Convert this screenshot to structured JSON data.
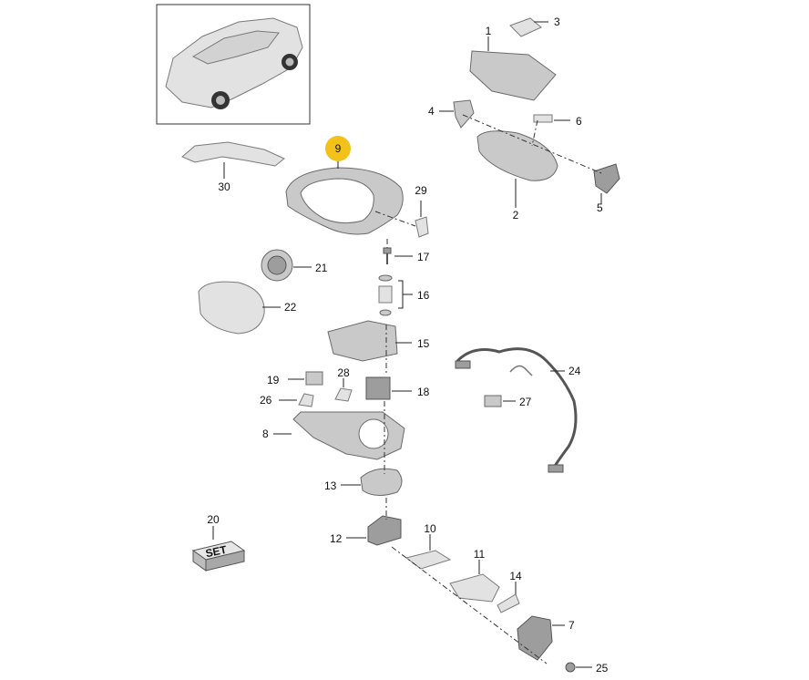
{
  "vehicle_thumbnail": {
    "icon": "suv-car-outline-icon"
  },
  "callouts": [
    {
      "id": "1",
      "text": "1"
    },
    {
      "id": "2",
      "text": "2"
    },
    {
      "id": "3",
      "text": "3"
    },
    {
      "id": "4",
      "text": "4"
    },
    {
      "id": "5",
      "text": "5"
    },
    {
      "id": "6",
      "text": "6"
    },
    {
      "id": "7",
      "text": "7"
    },
    {
      "id": "8",
      "text": "8"
    },
    {
      "id": "9",
      "text": "9",
      "highlight": "#f2c21b"
    },
    {
      "id": "10",
      "text": "10"
    },
    {
      "id": "11",
      "text": "11"
    },
    {
      "id": "12",
      "text": "12"
    },
    {
      "id": "13",
      "text": "13"
    },
    {
      "id": "14",
      "text": "14"
    },
    {
      "id": "15",
      "text": "15"
    },
    {
      "id": "16",
      "text": "16"
    },
    {
      "id": "17",
      "text": "17"
    },
    {
      "id": "18",
      "text": "18"
    },
    {
      "id": "19",
      "text": "19"
    },
    {
      "id": "20",
      "text": "20"
    },
    {
      "id": "21",
      "text": "21"
    },
    {
      "id": "22",
      "text": "22"
    },
    {
      "id": "24",
      "text": "24"
    },
    {
      "id": "25",
      "text": "25"
    },
    {
      "id": "26",
      "text": "26"
    },
    {
      "id": "27",
      "text": "27"
    },
    {
      "id": "28",
      "text": "28"
    },
    {
      "id": "29",
      "text": "29"
    },
    {
      "id": "30",
      "text": "30"
    }
  ],
  "set_box": {
    "text": "SET"
  },
  "colors": {
    "highlight": "#f2c21b",
    "part_fill": "#c9c9c9",
    "line": "#222222"
  }
}
